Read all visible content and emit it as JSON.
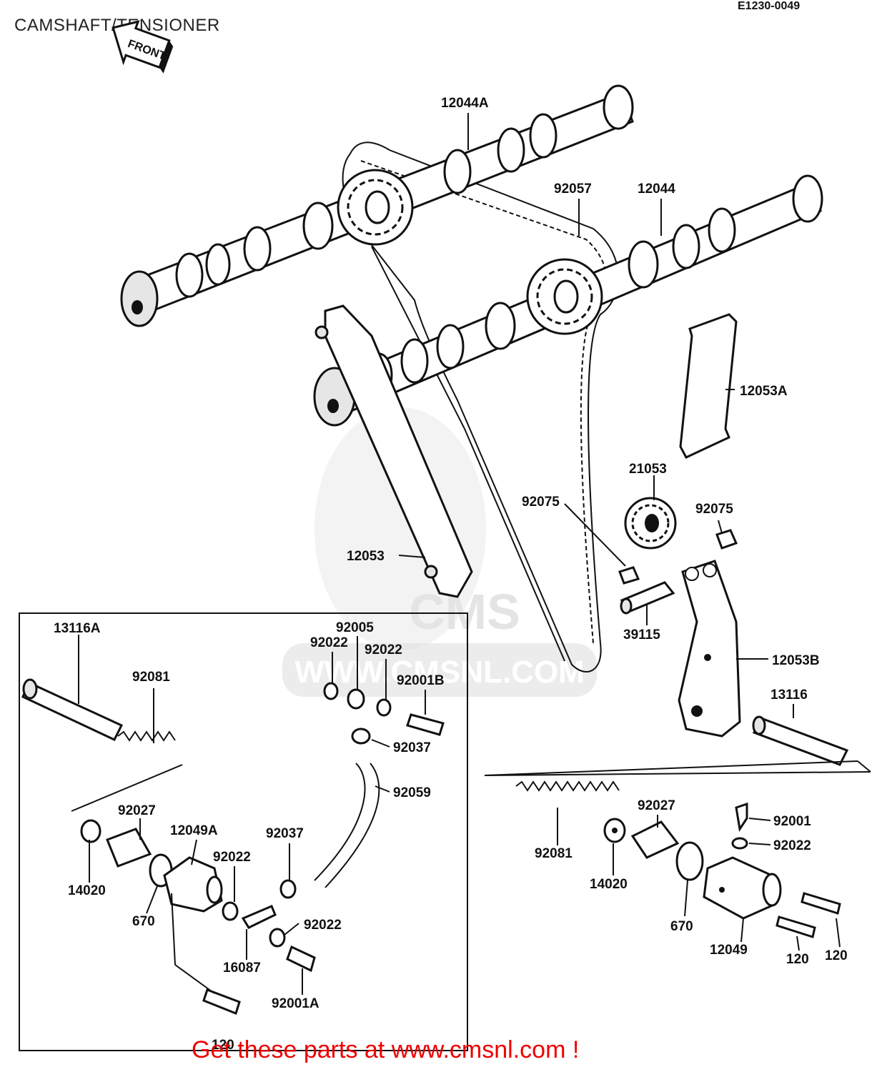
{
  "header": {
    "title": "CAMSHAFT/TENSIONER",
    "drawing_code": "E1230-0049"
  },
  "orientation": {
    "front_label": "FRONT"
  },
  "watermark": {
    "text": "WWW.CMSNL.COM",
    "logo_text": "CMS"
  },
  "footer": {
    "promo": "Get these parts at www.cmsnl.com !",
    "promo_color": "#e00000"
  },
  "parts": {
    "p12044A": "12044A",
    "p92057": "92057",
    "p12044": "12044",
    "p12053A": "12053A",
    "p21053": "21053",
    "p92075a": "92075",
    "p92075b": "92075",
    "p12053": "12053",
    "p39115": "39115",
    "p12053B": "12053B",
    "p13116": "13116",
    "p13116A": "13116A",
    "p92081a": "92081",
    "p92005": "92005",
    "p92022a": "92022",
    "p92022b": "92022",
    "p92001B": "92001B",
    "p92037a": "92037",
    "p92059": "92059",
    "p92027a": "92027",
    "p12049A": "12049A",
    "p92037b": "92037",
    "p92022c": "92022",
    "p14020a": "14020",
    "p670a": "670",
    "p92022d": "92022",
    "p16087": "16087",
    "p92001A": "92001A",
    "p120a": "120",
    "p92027b": "92027",
    "p92001": "92001",
    "p92022e": "92022",
    "p92081b": "92081",
    "p14020b": "14020",
    "p670b": "670",
    "p12049": "12049",
    "p120b": "120",
    "p120c": "120"
  }
}
